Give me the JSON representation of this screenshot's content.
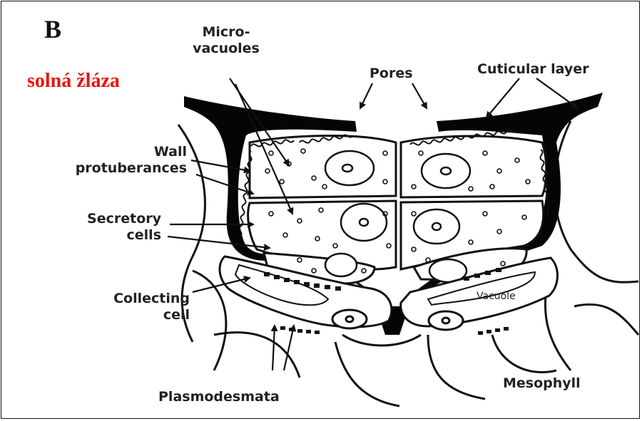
{
  "figure": {
    "panel_letter": "B",
    "caption": "solná žláza",
    "caption_color": "#e8160e"
  },
  "labels": {
    "microvacuoles_1": "Micro-",
    "microvacuoles_2": "vacuoles",
    "pores": "Pores",
    "cuticular_layer": "Cuticular layer",
    "wall_protuberances_1": "Wall",
    "wall_protuberances_2": "protuberances",
    "secretory_cells_1": "Secretory",
    "secretory_cells_2": "cells",
    "collecting_cell_1": "Collecting",
    "collecting_cell_2": "cell",
    "vacuole": "Vacuole",
    "plasmodesmata": "Plasmodesmata",
    "mesophyll": "Mesophyll"
  }
}
